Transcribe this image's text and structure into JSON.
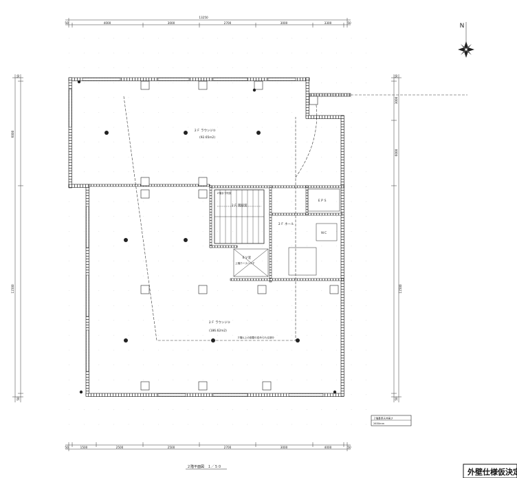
{
  "sheet": {
    "compass": "N",
    "overall_dim": "13250",
    "top_dims": [
      "50",
      "4000",
      "3000",
      "2700",
      "3000",
      "3300",
      "50"
    ],
    "bottom_dims": [
      "50",
      "1500",
      "2500",
      "2500",
      "2700",
      "3000",
      "4000",
      "50"
    ],
    "left_dims": [
      "50",
      "6000",
      "11500",
      "50"
    ],
    "right_dims": [
      "50",
      "3000",
      "6000",
      "11500",
      "50"
    ],
    "rooms": [
      {
        "name": "２Ｆ ラウンジ②",
        "area": "(92.65m2)"
      },
      {
        "name": "２Ｆ ラウンジ③",
        "area": "(186.62m2)"
      },
      {
        "name": "２Ｆ 階段室"
      },
      {
        "name": "２Ｆ ホール"
      },
      {
        "name": "ＥＰＳ"
      },
      {
        "name": "ＥＶ室"
      },
      {
        "name": "ＷＣ"
      }
    ],
    "notes": [
      "２階以上の部屋の定められる部分",
      "上階ホースハッチ",
      "２階まで吹抜"
    ],
    "ceiling_box": {
      "line1": "２階基準天井高さ",
      "line2": "2650mm"
    },
    "drawing_title": "２階平面図　１／５０",
    "stamp": "外壁仕様仮決定"
  }
}
